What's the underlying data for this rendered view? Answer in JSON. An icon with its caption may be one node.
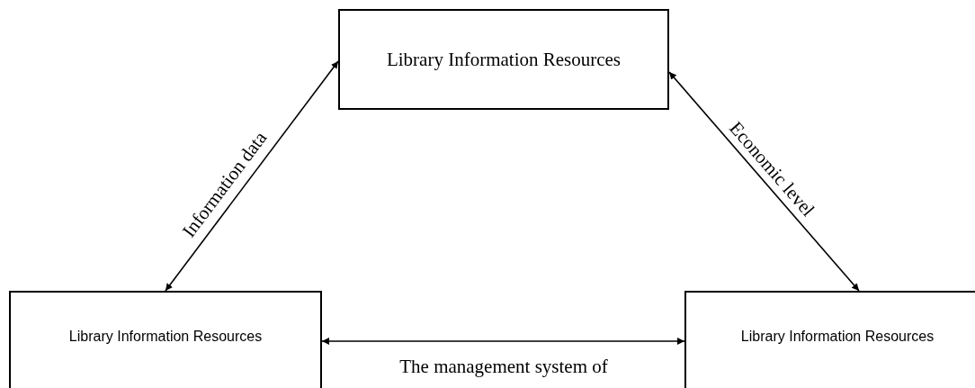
{
  "diagram": {
    "nodes": [
      {
        "text": [
          "Library Information Resources"
        ]
      },
      {
        "text": [
          "Library Information Resources"
        ]
      },
      {
        "text": [
          "Library Information Resources"
        ]
      }
    ],
    "edges": [
      {
        "from": 0,
        "to": 1,
        "arrow": "both",
        "label": "Information data"
      },
      {
        "from": 0,
        "to": 2,
        "arrow": "both",
        "label": "Economic level"
      },
      {
        "from": 1,
        "to": 2,
        "arrow": "both",
        "label": "The management system of"
      }
    ]
  }
}
